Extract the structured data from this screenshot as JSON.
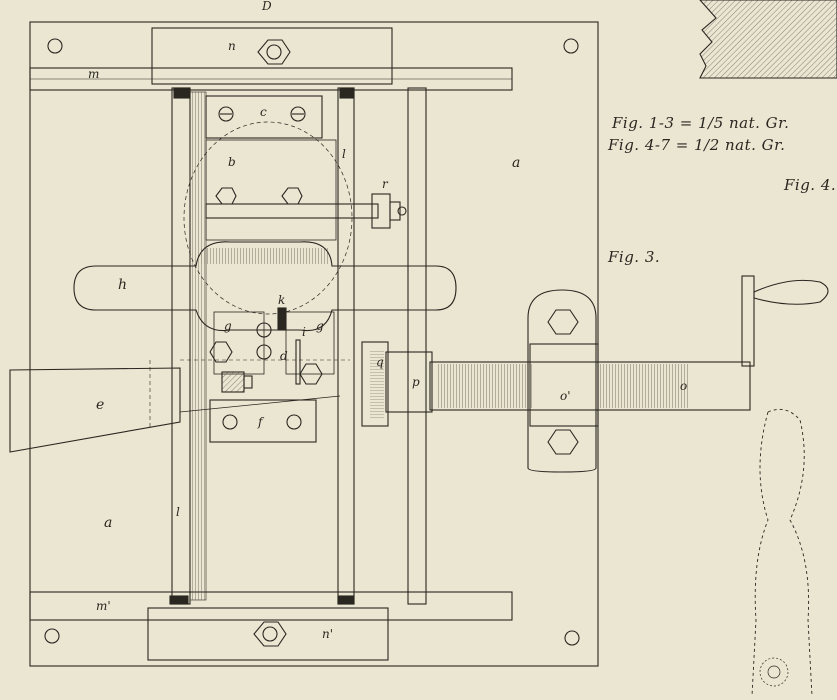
{
  "figure": {
    "scale_line_1": "Fig. 1-3 = 1/5 nat. Gr.",
    "scale_line_2": "Fig. 4-7 = 1/2 nat. Gr.",
    "fig3_label": "Fig. 3.",
    "fig4_label": "Fig. 4."
  },
  "part_labels": {
    "top_edge": "D",
    "n": "n",
    "m": "m",
    "c": "c",
    "b": "b",
    "l_upper": "l",
    "a_right": "a",
    "r": "r",
    "h": "h",
    "k": "k",
    "g_left": "g",
    "g_right": "g",
    "i": "i",
    "d": "d",
    "q": "q",
    "p": "p",
    "o_prime": "o'",
    "o": "o",
    "e": "e",
    "f": "f",
    "a_left": "a",
    "l_lower": "l",
    "m_prime": "m'",
    "n_prime": "n'"
  },
  "colors": {
    "paper": "#ebe6d2",
    "ink": "#2a2620",
    "hatch": "#5a5448"
  }
}
